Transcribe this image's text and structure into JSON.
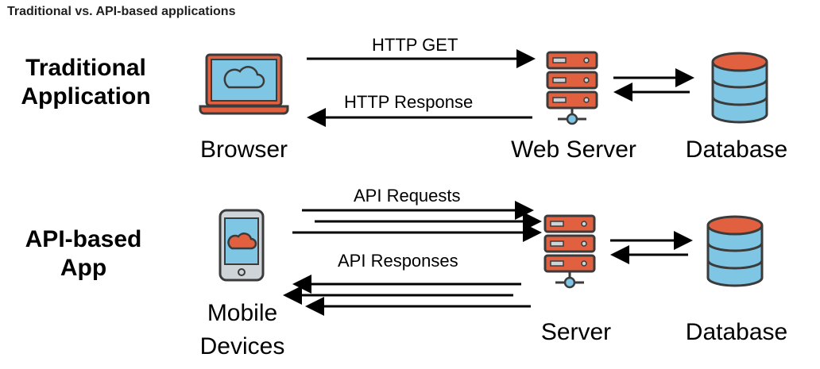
{
  "header": {
    "title": "Traditional vs. API-based applications"
  },
  "traditional": {
    "row_title_line1": "Traditional",
    "row_title_line2": "Application",
    "client_label": "Browser",
    "server_label": "Web Server",
    "db_label": "Database",
    "request_label": "HTTP GET",
    "response_label": "HTTP Response"
  },
  "api": {
    "row_title_line1": "API-based",
    "row_title_line2": "App",
    "client_label_line1": "Mobile",
    "client_label_line2": "Devices",
    "server_label": "Server",
    "db_label": "Database",
    "request_label": "API Requests",
    "response_label": "API Responses"
  },
  "colors": {
    "accent": "#e0603f",
    "icon_blue": "#7ec6e4",
    "outline": "#3b3b3b",
    "server_light": "#cfd4d8"
  }
}
